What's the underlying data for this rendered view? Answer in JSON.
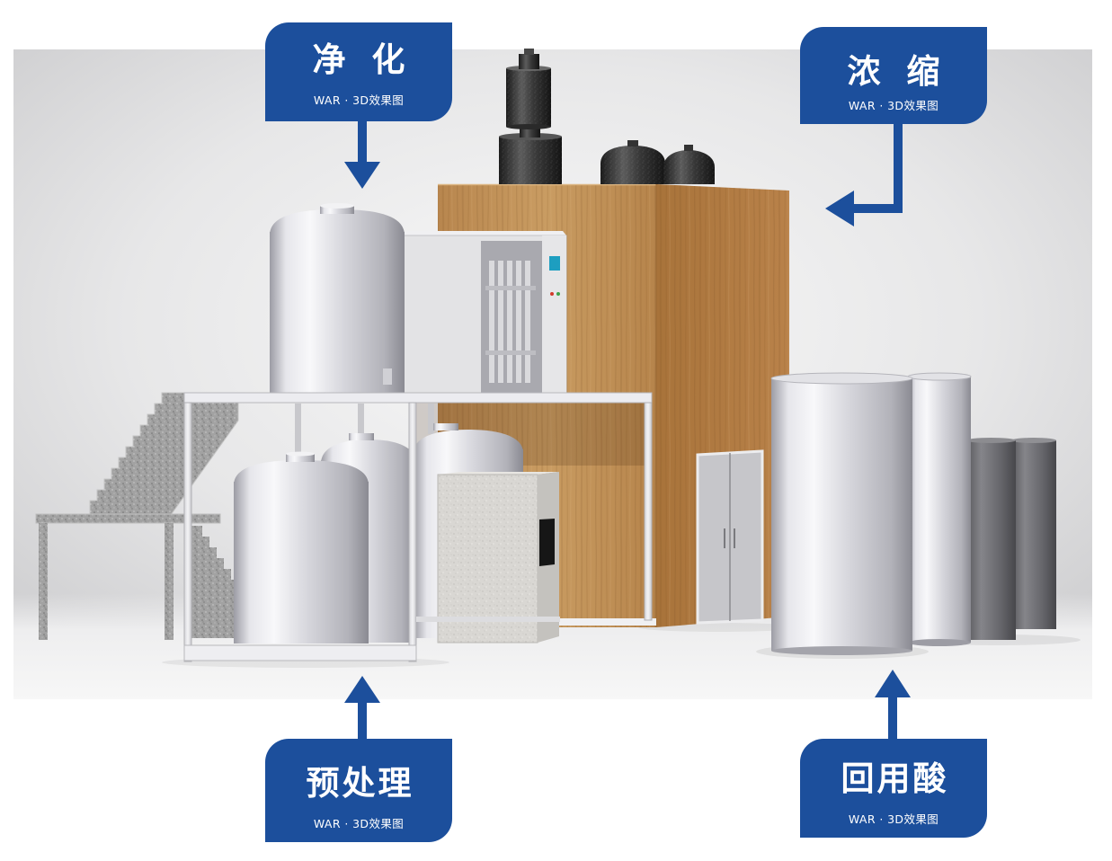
{
  "labels": {
    "purification": {
      "title": "净 化",
      "subtitle": "WAR · 3D效果图"
    },
    "concentration": {
      "title": "浓 缩",
      "subtitle": "WAR · 3D效果图"
    },
    "pretreatment": {
      "title": "预处理",
      "subtitle": "WAR · 3D效果图"
    },
    "acid_recovery": {
      "title": "回用酸",
      "subtitle": "WAR · 3D效果图"
    }
  },
  "icons": {
    "purification_arrow": "arrow-down-icon",
    "concentration_arrow": "arrow-left-icon",
    "pretreatment_arrow": "arrow-up-icon",
    "acid_recovery_arrow": "arrow-up-icon"
  },
  "colors": {
    "label_blue": "#1c4f9c",
    "label_text": "#ffffff",
    "wood": "#c0905a",
    "tank_white": "#eeeef2",
    "dark_equipment": "#2a2a2a"
  }
}
